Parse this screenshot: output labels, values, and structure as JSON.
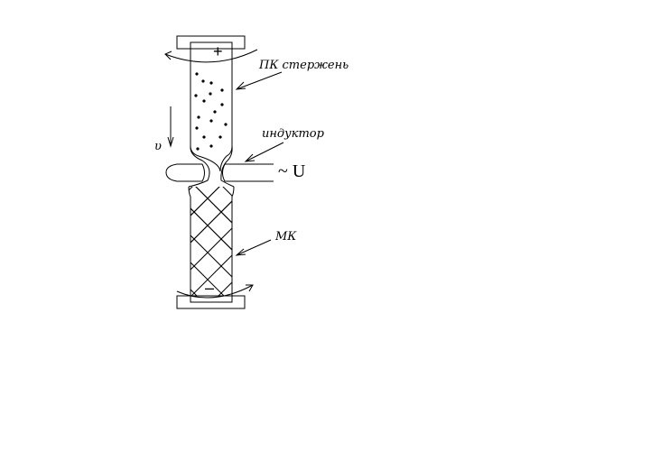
{
  "labels": {
    "rod": "ПК стержень",
    "inductor": "индуктор",
    "mk": "МК",
    "velocity": "υ",
    "voltage": "~ U",
    "plus": "+",
    "minus": "–"
  },
  "colors": {
    "line": "#000000",
    "background": "#ffffff"
  }
}
